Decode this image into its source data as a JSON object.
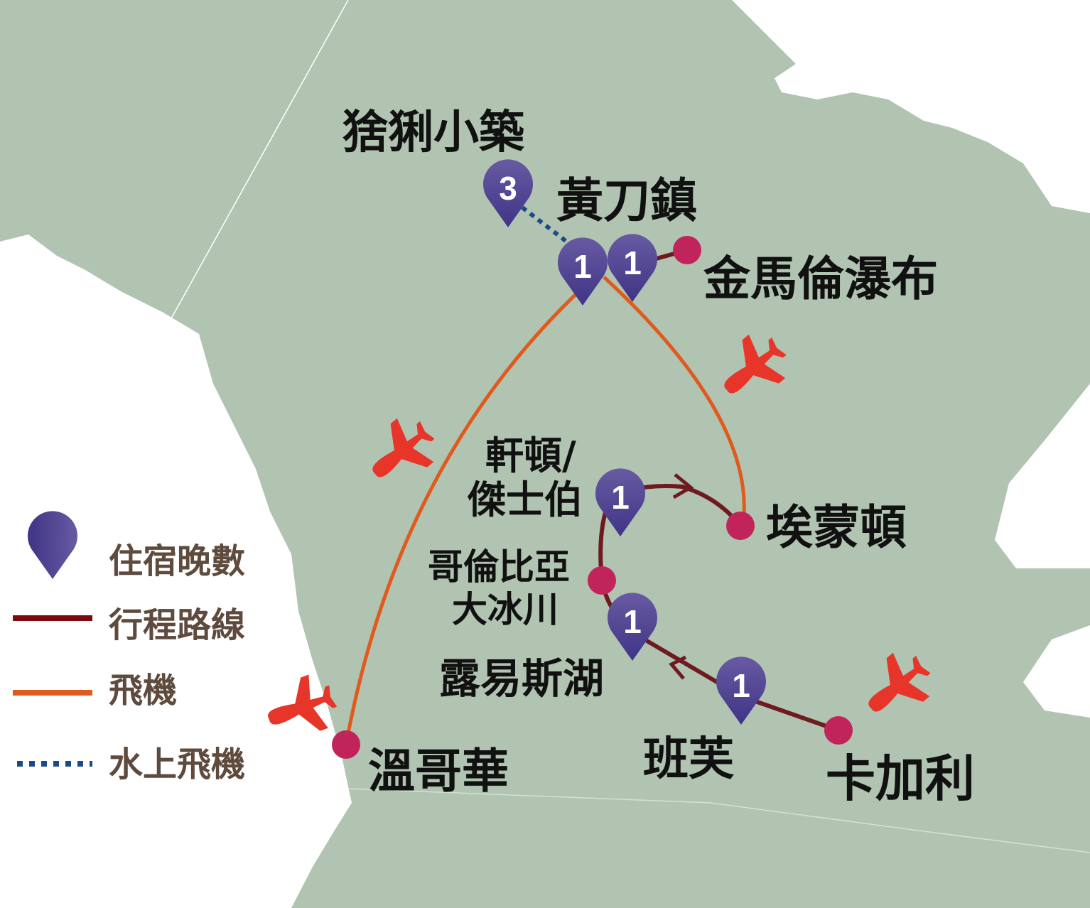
{
  "colors": {
    "land": "#b0c4b1",
    "water": "#ffffff",
    "route": "#6e1a1f",
    "flight": "#e05a1e",
    "seaplane": "#1a4a8a",
    "stop": "#c0245a",
    "plane": "#e8352a",
    "pin": "#4a3d8f"
  },
  "legend": {
    "nights": "住宿晚數",
    "route": "行程路線",
    "flight": "飛機",
    "seaplane": "水上飛機"
  },
  "places": {
    "lodge": "猞猁小築",
    "yellowknife": "黃刀鎮",
    "falls": "金馬倫瀑布",
    "edmonton": "埃蒙頓",
    "hinton_1": "軒頓/",
    "hinton_2": "傑士伯",
    "icefield_1": "哥倫比亞",
    "icefield_2": "大冰川",
    "lake_louise": "露易斯湖",
    "banff": "班芙",
    "calgary": "卡加利",
    "vancouver": "溫哥華"
  },
  "pins": {
    "lodge": "3",
    "yellowknife_a": "1",
    "yellowknife_b": "1",
    "jasper": "1",
    "lake_louise": "1",
    "banff": "1"
  }
}
